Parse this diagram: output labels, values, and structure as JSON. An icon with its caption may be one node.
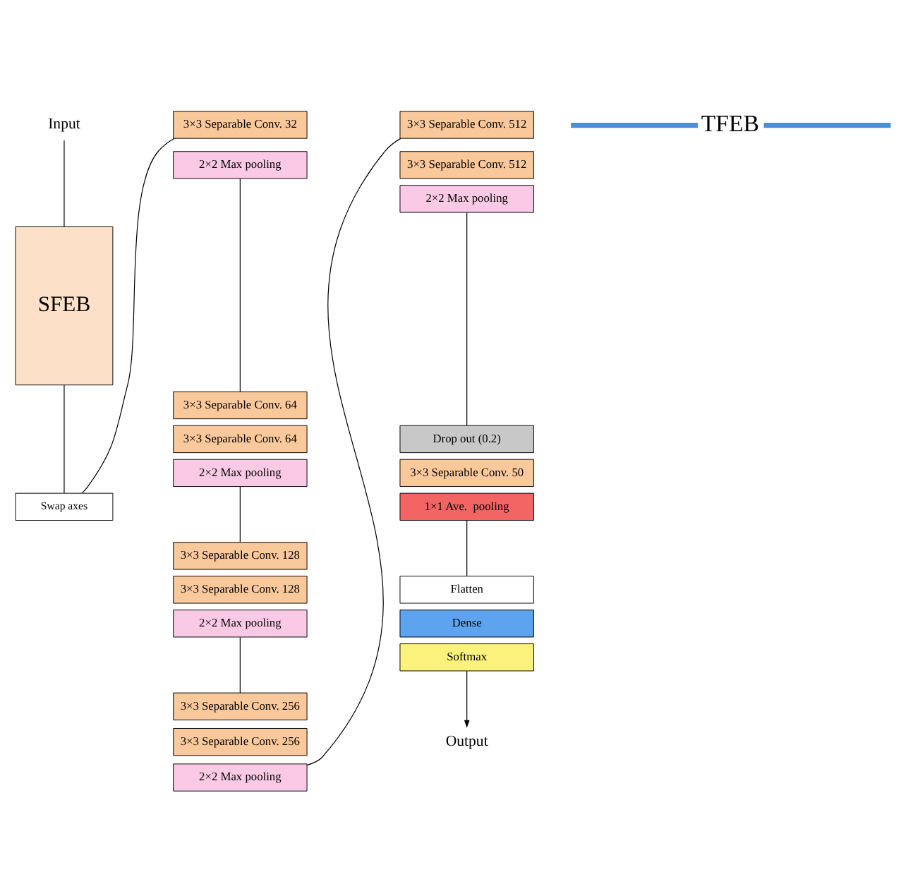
{
  "diagram": {
    "nodes": [
      {
        "text": [
          "Input"
        ]
      },
      {
        "text": [
          "SFEB"
        ]
      },
      {
        "text": [
          "Swap axes"
        ]
      },
      {
        "text": [
          "3×3 Separable Conv. 32"
        ]
      },
      {
        "text": [
          "2×2 Max pooling"
        ]
      },
      {
        "text": [
          "3×3 Separable Conv. 64"
        ]
      },
      {
        "text": [
          "3×3 Separable Conv. 64"
        ]
      },
      {
        "text": [
          "2×2 Max pooling"
        ]
      },
      {
        "text": [
          "3×3 Separable Conv. 128"
        ]
      },
      {
        "text": [
          "3×3 Separable Conv. 128"
        ]
      },
      {
        "text": [
          "2×2 Max pooling"
        ]
      },
      {
        "text": [
          "3×3 Separable Conv. 256"
        ]
      },
      {
        "text": [
          "3×3 Separable Conv. 256"
        ]
      },
      {
        "text": [
          "2×2 Max pooling"
        ]
      },
      {
        "text": [
          "3×3 Separable Conv. 512"
        ]
      },
      {
        "text": [
          "3×3 Separable Conv. 512"
        ]
      },
      {
        "text": [
          "2×2 Max pooling"
        ]
      },
      {
        "text": [
          "Drop out (0.2)"
        ]
      },
      {
        "text": [
          "3×3 Separable Conv. 50"
        ]
      },
      {
        "text": [
          "1×1 Ave.  pooling"
        ]
      },
      {
        "text": [
          "Flatten"
        ]
      },
      {
        "text": [
          "Dense"
        ]
      },
      {
        "text": [
          "Softmax"
        ]
      },
      {
        "text": [
          "Output"
        ]
      }
    ],
    "edges": [
      {
        "from": 0,
        "to": 1,
        "arrow": "none"
      },
      {
        "from": 1,
        "to": 2,
        "arrow": "none"
      },
      {
        "from": 2,
        "to": 3,
        "arrow": "none"
      },
      {
        "from": 4,
        "to": 5,
        "arrow": "none"
      },
      {
        "from": 7,
        "to": 8,
        "arrow": "none"
      },
      {
        "from": 10,
        "to": 11,
        "arrow": "none"
      },
      {
        "from": 13,
        "to": 14,
        "arrow": "none"
      },
      {
        "from": 16,
        "to": 17,
        "arrow": "none"
      },
      {
        "from": 19,
        "to": 20,
        "arrow": "none"
      },
      {
        "from": 22,
        "to": 23,
        "arrow": "to"
      }
    ],
    "labels": [
      "TFEB"
    ]
  }
}
